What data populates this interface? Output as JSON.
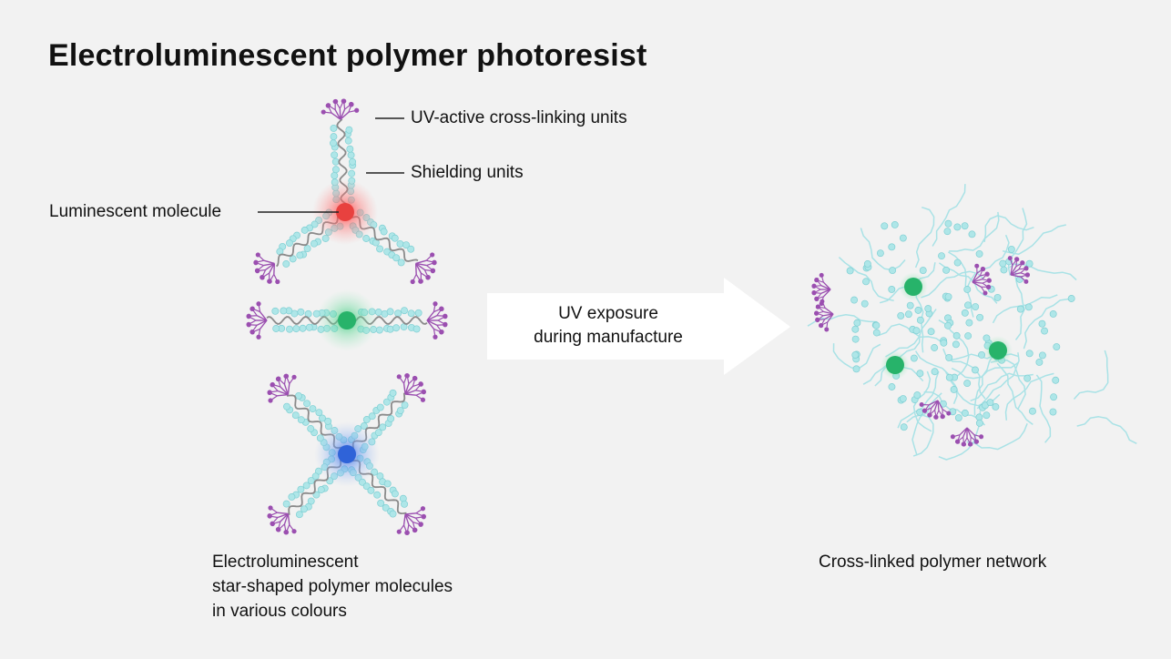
{
  "title": "Electroluminescent polymer photoresist",
  "labels": {
    "crosslinking": "UV-active cross-linking units",
    "shielding": "Shielding units",
    "luminescent": "Luminescent molecule"
  },
  "arrow": {
    "line1": "UV exposure",
    "line2": "during manufacture"
  },
  "captions": {
    "left": [
      "Electroluminescent",
      "star-shaped polymer molecules",
      "in various colours"
    ],
    "right": "Cross-linked polymer network"
  },
  "colors": {
    "background": "#f2f2f2",
    "red_core": "#e8413f",
    "green_core": "#27b36a",
    "blue_core": "#2f63d8",
    "shield_bead": "#aee6e8",
    "crosslinker": "#9b4fb0",
    "backbone": "#8a8a8a",
    "network": "#a9e2e6"
  }
}
